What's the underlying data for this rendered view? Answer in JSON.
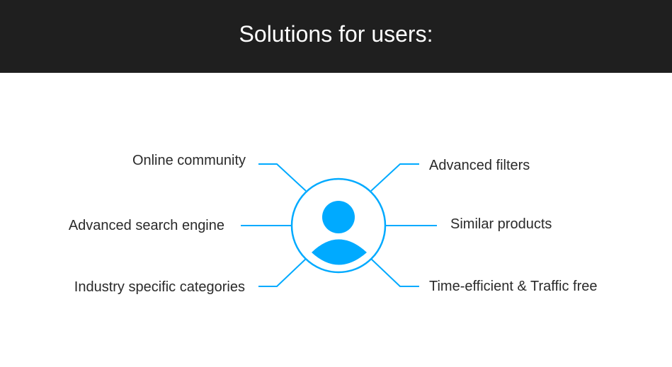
{
  "header": {
    "title": "Solutions for users:"
  },
  "colors": {
    "accent": "#00aaff",
    "header_bg": "#1f1f1f"
  },
  "left_items": [
    "Online community",
    "Advanced search engine",
    "Industry specific categories"
  ],
  "right_items": [
    "Advanced filters",
    "Similar products",
    "Time-efficient & Traffic free"
  ],
  "center_icon": "user-icon"
}
